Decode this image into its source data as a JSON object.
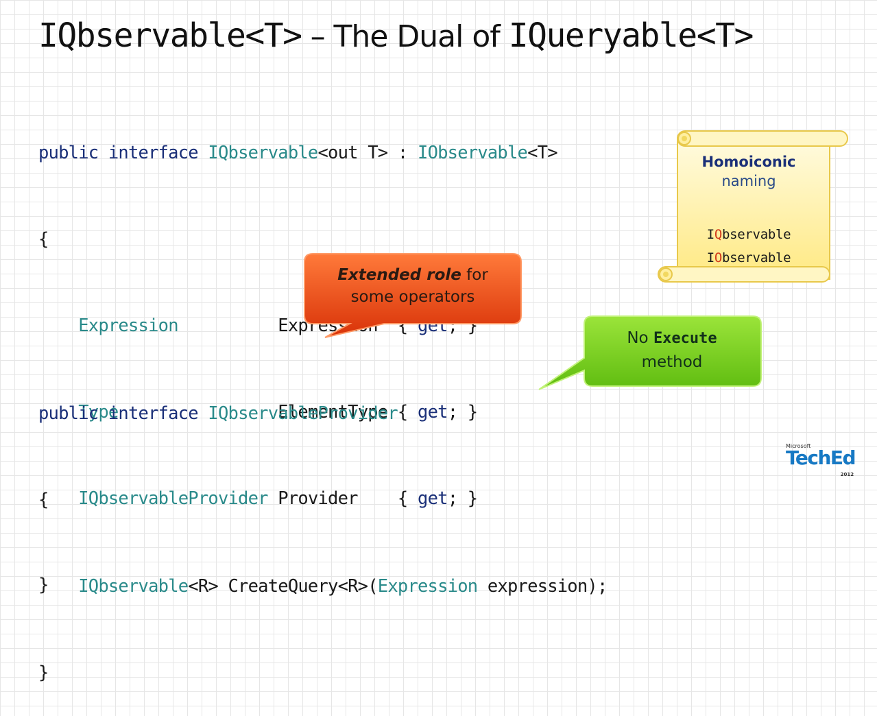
{
  "title": {
    "part1": "IQbservable<T>",
    "part2": " – The Dual of ",
    "part3": "IQueryable<T>"
  },
  "code_block_1": {
    "line1": {
      "kw": "public interface",
      "type": "IQbservable",
      "rest": "<out T> : ",
      "type2": "IObservable",
      "rest2": "<T>"
    },
    "line2": "{",
    "properties": [
      {
        "type": "Expression",
        "pad": "          ",
        "name": "Expression",
        "pad2": "  ",
        "open": "{ ",
        "get": "get",
        "close": "; }"
      },
      {
        "type": "Type",
        "pad": "                ",
        "name": "ElementType",
        "pad2": " ",
        "open": "{ ",
        "get": "get",
        "close": "; }"
      },
      {
        "type": "IQbservableProvider",
        "pad": " ",
        "name": "Provider",
        "pad2": "    ",
        "open": "{ ",
        "get": "get",
        "close": "; }"
      }
    ],
    "close": "}"
  },
  "code_block_2": {
    "line1": {
      "kw": "public interface",
      "type": "IQbservableProvider"
    },
    "line2": "{",
    "method": {
      "ret_type": "IQbservable",
      "ret_generic": "<R> CreateQuery<R>(",
      "param_type": "Expression",
      "param_rest": " expression);"
    },
    "close": "}"
  },
  "note": {
    "heading": "Homoiconic",
    "subheading": "naming",
    "line1_pre": "I",
    "line1_accent": "Q",
    "line1_post": "bservable",
    "line2_pre": "I",
    "line2_accent": "O",
    "line2_post": "bservable",
    "colors": {
      "fill": "#fff4b0",
      "edge": "#e8c84a",
      "accent": "#d23a1a"
    }
  },
  "callout_extended": {
    "bold": "Extended role",
    "text1": " for",
    "text2": "some operators",
    "colors": {
      "fill": "#e84a12",
      "edge": "#ff8a50"
    }
  },
  "callout_execute": {
    "text1": "No ",
    "mono": "Execute",
    "text2": "method",
    "colors": {
      "fill": "#7ed321",
      "edge": "#b4f06a"
    }
  },
  "logo": {
    "company": "Microsoft",
    "name": "TechEd",
    "year": "2012"
  }
}
